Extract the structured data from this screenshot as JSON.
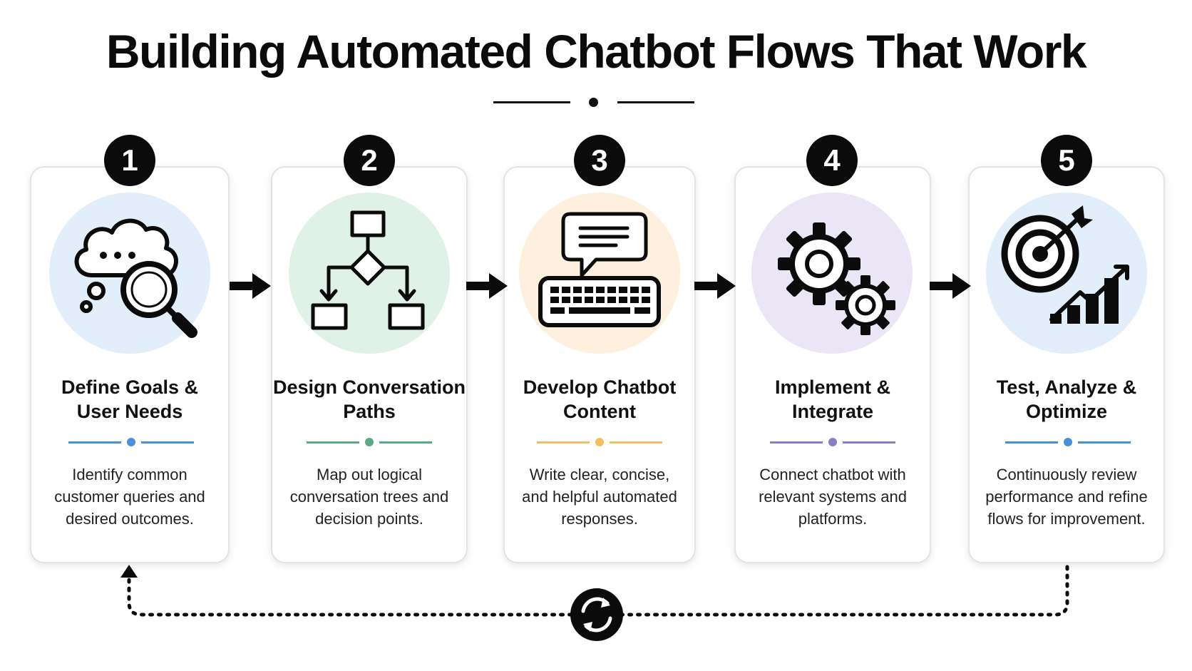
{
  "title": "Building Automated Chatbot Flows That Work",
  "steps": [
    {
      "number": "1",
      "title_line1": "Define Goals &",
      "title_line2": "User Needs",
      "desc_line1": "Identify common",
      "desc_line2": "customer queries and",
      "desc_line3": "desired outcomes.",
      "icon": "thought-bubble-magnifier-icon",
      "circle_color": "#e3eefb",
      "accent_color": "#4a90d9"
    },
    {
      "number": "2",
      "title_line1": "Design Conversation",
      "title_line2": "Paths",
      "desc_line1": "Map out logical",
      "desc_line2": "conversation trees and",
      "desc_line3": "decision points.",
      "icon": "flowchart-icon",
      "circle_color": "#e0f1e8",
      "accent_color": "#5aaa86"
    },
    {
      "number": "3",
      "title_line1": "Develop Chatbot",
      "title_line2": "Content",
      "desc_line1": "Write clear, concise,",
      "desc_line2": "and helpful automated",
      "desc_line3": "responses.",
      "icon": "chat-keyboard-icon",
      "circle_color": "#fdf0dc",
      "accent_color": "#f0c060"
    },
    {
      "number": "4",
      "title_line1": "Implement &",
      "title_line2": "Integrate",
      "desc_line1": "Connect chatbot with",
      "desc_line2": "relevant systems and",
      "desc_line3": "platforms.",
      "icon": "gears-icon",
      "circle_color": "#ebe6f5",
      "accent_color": "#8b7cc8"
    },
    {
      "number": "5",
      "title_line1": "Test, Analyze &",
      "title_line2": "Optimize",
      "desc_line1": "Continuously review",
      "desc_line2": "performance and refine",
      "desc_line3": "flows for improvement.",
      "icon": "target-growth-chart-icon",
      "circle_color": "#e3eefb",
      "accent_color": "#4a90d9"
    }
  ],
  "arrow_icon": "right-arrow-icon",
  "loop_icon": "refresh-cycle-icon"
}
